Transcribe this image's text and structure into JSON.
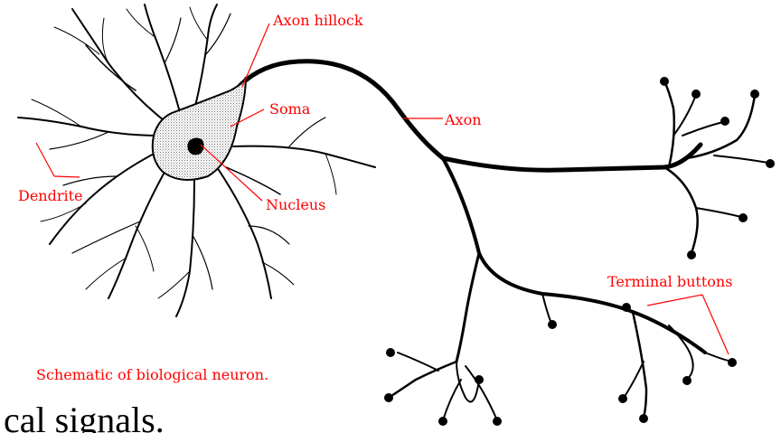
{
  "labels": {
    "axon_hillock": "Axon hillock",
    "soma": "Soma",
    "axon": "Axon",
    "nucleus": "Nucleus",
    "dendrite": "Dendrite",
    "terminal_buttons": "Terminal buttons"
  },
  "caption": "Schematic of biological neuron.",
  "background_text": "cal signals.",
  "colors": {
    "label": "#ff0000",
    "line": "#000000",
    "soma_fill": "#d9d9d9"
  }
}
